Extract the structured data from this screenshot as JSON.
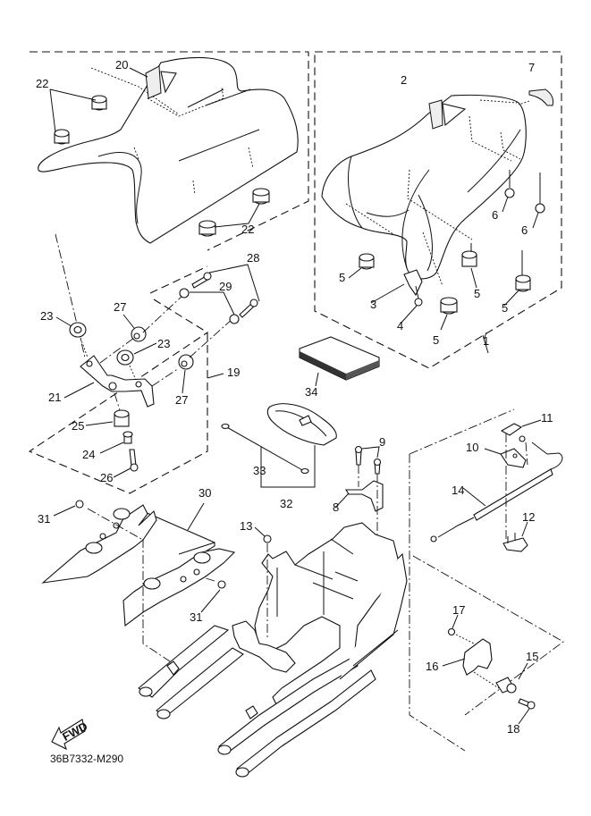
{
  "diagram": {
    "diagram_code": "36B7332-M290",
    "fwd_label": "FWD",
    "callouts": [
      {
        "id": "c1",
        "text": "1"
      },
      {
        "id": "c2",
        "text": "2"
      },
      {
        "id": "c3",
        "text": "3"
      },
      {
        "id": "c4",
        "text": "4"
      },
      {
        "id": "c5a",
        "text": "5"
      },
      {
        "id": "c5b",
        "text": "5"
      },
      {
        "id": "c5c",
        "text": "5"
      },
      {
        "id": "c5d",
        "text": "5"
      },
      {
        "id": "c6a",
        "text": "6"
      },
      {
        "id": "c6b",
        "text": "6"
      },
      {
        "id": "c7",
        "text": "7"
      },
      {
        "id": "c8",
        "text": "8"
      },
      {
        "id": "c9",
        "text": "9"
      },
      {
        "id": "c10",
        "text": "10"
      },
      {
        "id": "c11",
        "text": "11"
      },
      {
        "id": "c12",
        "text": "12"
      },
      {
        "id": "c13",
        "text": "13"
      },
      {
        "id": "c14",
        "text": "14"
      },
      {
        "id": "c15",
        "text": "15"
      },
      {
        "id": "c16",
        "text": "16"
      },
      {
        "id": "c17",
        "text": "17"
      },
      {
        "id": "c18",
        "text": "18"
      },
      {
        "id": "c19",
        "text": "19"
      },
      {
        "id": "c20",
        "text": "20"
      },
      {
        "id": "c21",
        "text": "21"
      },
      {
        "id": "c22a",
        "text": "22"
      },
      {
        "id": "c22b",
        "text": "22"
      },
      {
        "id": "c23a",
        "text": "23"
      },
      {
        "id": "c23b",
        "text": "23"
      },
      {
        "id": "c24",
        "text": "24"
      },
      {
        "id": "c25",
        "text": "25"
      },
      {
        "id": "c26",
        "text": "26"
      },
      {
        "id": "c27a",
        "text": "27"
      },
      {
        "id": "c27b",
        "text": "27"
      },
      {
        "id": "c28",
        "text": "28"
      },
      {
        "id": "c29",
        "text": "29"
      },
      {
        "id": "c30",
        "text": "30"
      },
      {
        "id": "c31a",
        "text": "31"
      },
      {
        "id": "c31b",
        "text": "31"
      },
      {
        "id": "c32",
        "text": "32"
      },
      {
        "id": "c33",
        "text": "33"
      },
      {
        "id": "c34",
        "text": "34"
      }
    ]
  }
}
